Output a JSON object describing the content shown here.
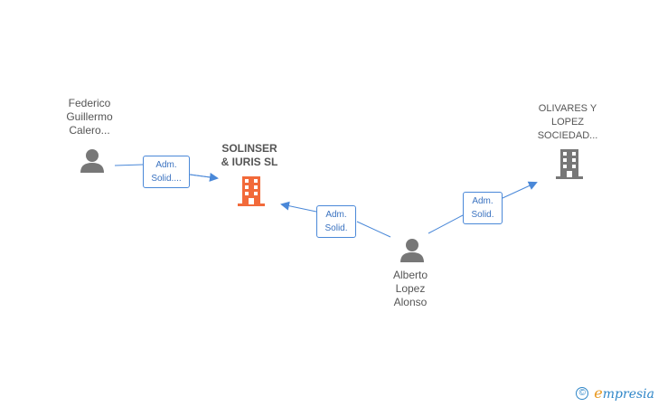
{
  "nodes": {
    "federico": {
      "label": "Federico\nGuillermo\nCalero...",
      "type": "person"
    },
    "solinser": {
      "label": "SOLINSER\n& IURIS  SL",
      "type": "company-highlight"
    },
    "olivares": {
      "label": "OLIVARES Y\nLOPEZ\nSOCIEDAD...",
      "type": "company"
    },
    "alberto": {
      "label": "Alberto\nLopez\nAlonso",
      "type": "person"
    }
  },
  "edges": [
    {
      "label": "Adm.\nSolid....",
      "from": "federico",
      "to": "solinser"
    },
    {
      "label": "Adm.\nSolid.",
      "from": "alberto",
      "to": "solinser"
    },
    {
      "label": "Adm.\nSolid.",
      "from": "alberto",
      "to": "olivares"
    }
  ],
  "colors": {
    "edge": "#4a88d8",
    "person_icon": "#777777",
    "company_icon": "#777777",
    "highlight_company_icon": "#f26a3a"
  },
  "brand": {
    "copyright_symbol": "©",
    "first_letter": "e",
    "rest": "mpresia"
  }
}
